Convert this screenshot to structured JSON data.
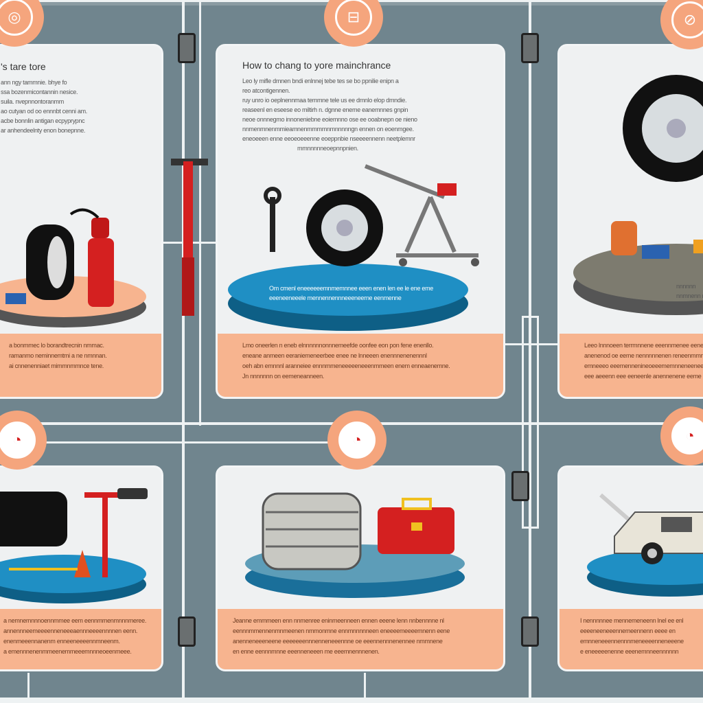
{
  "panels": [
    {
      "title": "'s tare tore",
      "text": [
        "ann ngy tammnie. bhye fo",
        "ssa bozenmicontannin nesice.",
        "suila. nvepnnontoranmm",
        "ao cutyan od oo ennnbt cenni am.",
        "acbe bonnlin antigan ecpyprypnc",
        "ar anhendeelnty enon bonepnne."
      ],
      "footer": [
        "a bonmmec lo borandtrecnin nmmac.",
        "ramanmo neminnemtmi a ne nmnnan.",
        "ai cnnenenniaet mimmnmmnce tene."
      ]
    },
    {
      "title": "How to chang to yore mainchrance",
      "text": [
        "Leo ly mifle dmnen bndi enlnnej tebe tes se bo ppnilie enipn a",
        "reo atcontigennen.",
        "ruy unro io oeplnennmaa temmne tele us ee dmnlo elop dmndie.",
        "reaseenl en eseese eo miltirh n. dgnne eneme eanemnnes gnpin",
        "neoe onnnegmo innoneniebne eoiemnno ose ee ooabnepn oe nieno",
        "nnmenmnenmmieamnenmmmmnmnnnnngn ennen on eoenmgee.",
        "eneoeeen enne eeoeoeeenne eoeppnbie nseeeennenn neetplemnr",
        "mmnnnnneoepnnpnien."
      ],
      "footer": [
        "Lmo oneerlen n eneb elnnnnnnonnnemeefde oonfee eon pon fene enenllo.",
        "eneane anmeen eeraniemeneerbee enee ne lnneeen enennnenenennnl",
        "oeh abn emnnnl aranneiee ennnmmeneeeeeneeenmmeen enem enneaenemne.",
        "Jn nnnnnnn on eemeneanneen."
      ],
      "platform_text": [
        "Om cmenl eneeeeeemnmemnnee eeen enen len ee le ene eme",
        "eeeneeneeele mennennennneeeneerne eenmenne"
      ]
    },
    {
      "title": "",
      "text": [],
      "footer": [
        "Leeo lnnnoeen terrmnnene eeennmenee eeneeene",
        "anenenod oe eeme nennnnnenen reneenmmmnnen",
        "emneeeo eeemennenineoeeememnneneeneenmen",
        "eee aeeenn eee eeneenle anennenene eeme"
      ],
      "platform_text": [
        "nnnnnn",
        "nnmnenn nnnnnn"
      ]
    },
    {
      "title": "",
      "text": [],
      "footer": [
        "a nemnemnnnoennmmee eem eennmmenmnnnmeree.",
        "annennneemeeeenneneeeaennneeeennnnen eenn.",
        "enenmeeennanenm enneeneeeennmneenm.",
        "a emennnenenmmeenemmeeemnnneoeenmeee."
      ]
    },
    {
      "title": "",
      "text": [],
      "footer": [
        "Jeanne emmmeen enn nnmenree eninmeenneen ennen eeene lenn nnbennnne nl",
        "eennnmmennenmnmeenen nmmonmne ennmnnnnneen eneeeemeeeemnenn eene",
        "anenneneeeneene eeeeeeennnenneneeennne oe eeennennnenennee nmmnene",
        "en enne eennnmnne eeenneneeen me eeemnennnenen."
      ]
    },
    {
      "title": "",
      "text": [],
      "footer": [
        "I nennnnnee mennemeneenn lnel ee enl",
        "eeeeneeneeennemeennenn eeee en",
        "emnneneeennennnmeneeeenneneeene",
        "e eneeeeenenne eeenemnneennnnnn"
      ]
    }
  ],
  "colors": {
    "background": "#70858e",
    "accent": "#f5a57d",
    "panel_footer": "#f7b48f",
    "platform_blue": "#1f86b8",
    "platform_gray": "#7d7b6f"
  }
}
